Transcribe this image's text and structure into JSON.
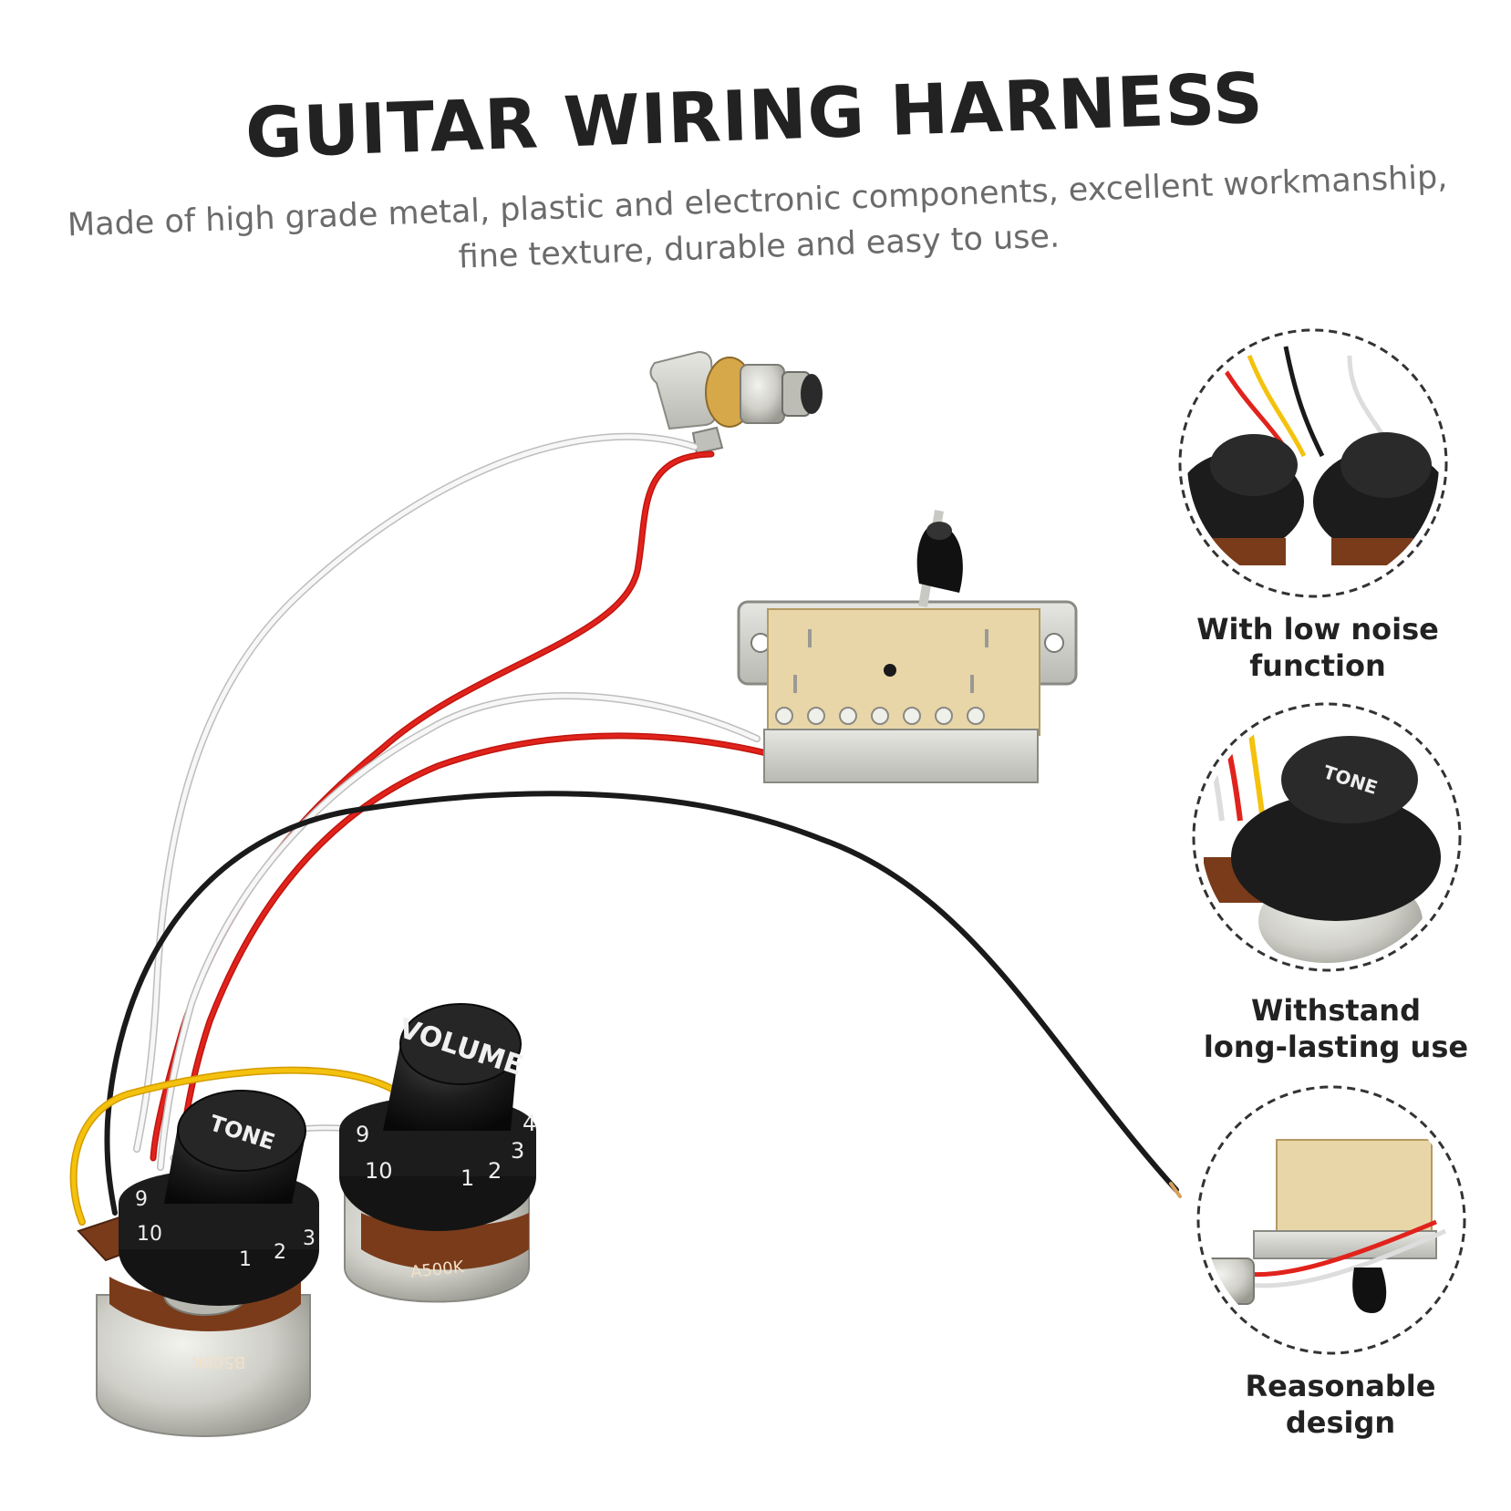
{
  "header": {
    "title": "GUITAR WIRING HARNESS",
    "subtitle_line1": "Made of high grade metal, plastic and electronic components, excellent workmanship,",
    "subtitle_line2": "fine texture, durable and easy to use."
  },
  "product": {
    "tone_knob_label": "TONE",
    "volume_knob_label": "VOLUME",
    "tone_pot_marking": "B500K",
    "volume_pot_marking": "A500K",
    "tone_dial_numbers": [
      "9",
      "10",
      "1",
      "2",
      "3"
    ],
    "volume_dial_numbers": [
      "9",
      "10",
      "1",
      "2",
      "3",
      "4"
    ]
  },
  "features": [
    {
      "label_line1": "With low noise",
      "label_line2": "function"
    },
    {
      "label_line1": "Withstand",
      "label_line2": "long-lasting use"
    },
    {
      "label_line1": "Reasonable",
      "label_line2": "design"
    }
  ],
  "colors": {
    "wire_red": "#e0231c",
    "wire_white": "#f2f2f2",
    "wire_black": "#1a1a1a",
    "wire_yellow": "#f4c20d",
    "knob_black": "#1c1c1c",
    "pot_brown": "#7a3b1a",
    "switch_board": "#e8d6a8",
    "metal": "#c9c9c4",
    "title_text": "#222222",
    "subtitle_text": "#6b6b6b"
  }
}
